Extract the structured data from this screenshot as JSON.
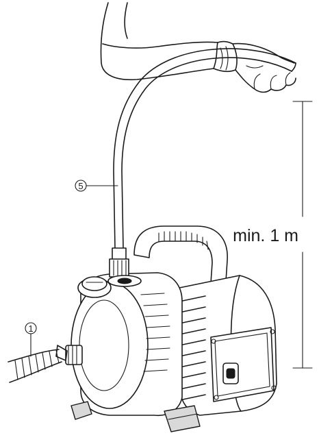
{
  "callouts": {
    "suction_hose": "1",
    "pressure_hose": "5"
  },
  "measurement": {
    "label": "min. 1 m"
  },
  "colors": {
    "ink": "#1a1a1a",
    "background": "#ffffff"
  }
}
